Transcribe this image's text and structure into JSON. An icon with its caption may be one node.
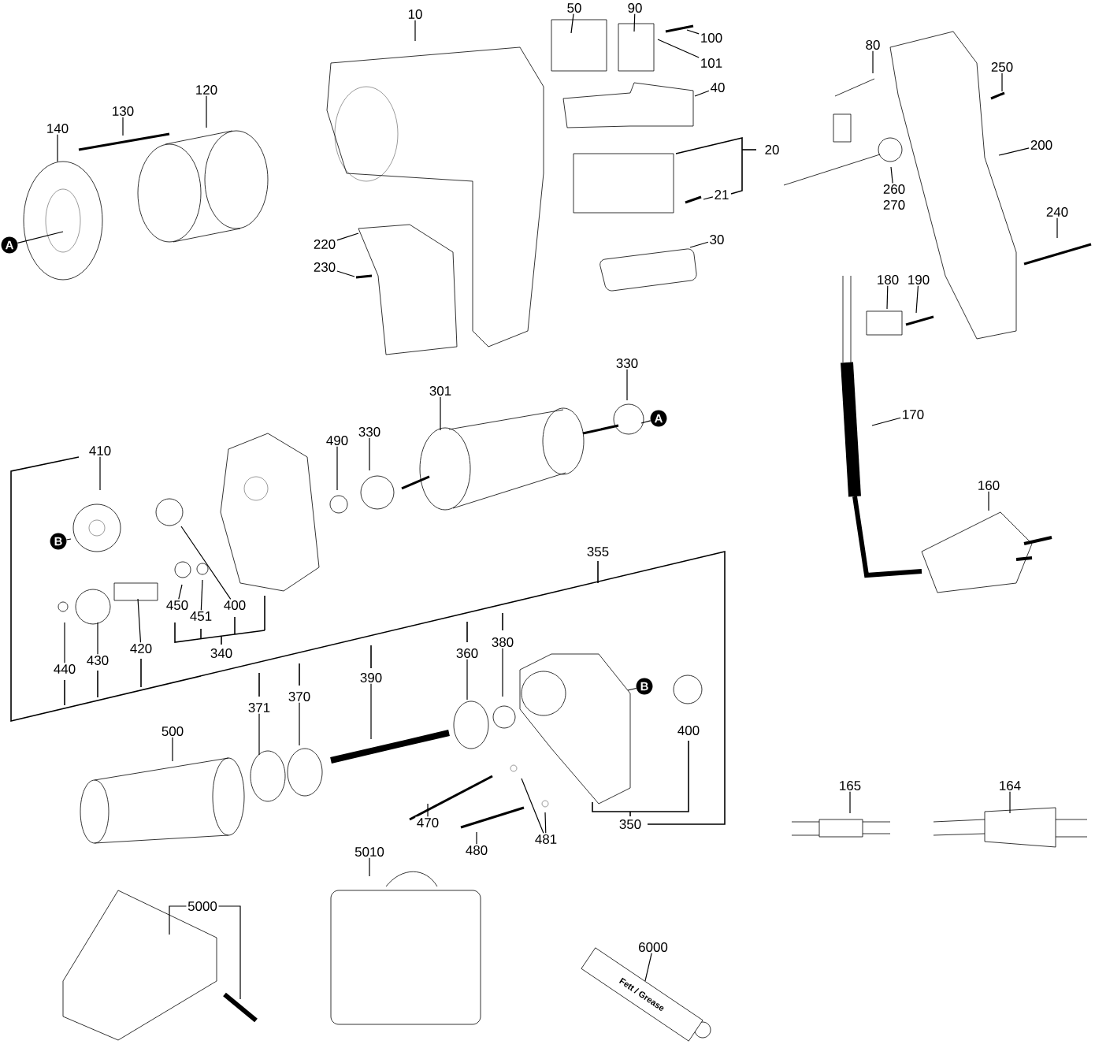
{
  "diagram": {
    "nodes": [
      {
        "text": [
          "10"
        ]
      },
      {
        "text": [
          "50"
        ]
      },
      {
        "text": [
          "90"
        ]
      },
      {
        "text": [
          "100"
        ]
      },
      {
        "text": [
          "101"
        ]
      },
      {
        "text": [
          "40"
        ]
      },
      {
        "text": [
          "20"
        ]
      },
      {
        "text": [
          "21"
        ]
      },
      {
        "text": [
          "30"
        ]
      },
      {
        "text": [
          "120"
        ]
      },
      {
        "text": [
          "130"
        ]
      },
      {
        "text": [
          "140"
        ]
      },
      {
        "text": [
          "A"
        ]
      },
      {
        "text": [
          "220"
        ]
      },
      {
        "text": [
          "230"
        ]
      },
      {
        "text": [
          "80"
        ]
      },
      {
        "text": [
          "250"
        ]
      },
      {
        "text": [
          "200"
        ]
      },
      {
        "text": [
          "260",
          "270"
        ]
      },
      {
        "text": [
          "240"
        ]
      },
      {
        "text": [
          "180"
        ]
      },
      {
        "text": [
          "190"
        ]
      },
      {
        "text": [
          "170"
        ]
      },
      {
        "text": [
          "160"
        ]
      },
      {
        "text": [
          "330"
        ]
      },
      {
        "text": [
          "A"
        ]
      },
      {
        "text": [
          "301"
        ]
      },
      {
        "text": [
          "490"
        ]
      },
      {
        "text": [
          "330"
        ]
      },
      {
        "text": [
          "410"
        ]
      },
      {
        "text": [
          "B"
        ]
      },
      {
        "text": [
          "355"
        ]
      },
      {
        "text": [
          "450"
        ]
      },
      {
        "text": [
          "451"
        ]
      },
      {
        "text": [
          "400"
        ]
      },
      {
        "text": [
          "340"
        ]
      },
      {
        "text": [
          "440"
        ]
      },
      {
        "text": [
          "430"
        ]
      },
      {
        "text": [
          "420"
        ]
      },
      {
        "text": [
          "360"
        ]
      },
      {
        "text": [
          "380"
        ]
      },
      {
        "text": [
          "390"
        ]
      },
      {
        "text": [
          "371"
        ]
      },
      {
        "text": [
          "370"
        ]
      },
      {
        "text": [
          "B"
        ]
      },
      {
        "text": [
          "400"
        ]
      },
      {
        "text": [
          "500"
        ]
      },
      {
        "text": [
          "470"
        ]
      },
      {
        "text": [
          "480"
        ]
      },
      {
        "text": [
          "481"
        ]
      },
      {
        "text": [
          "350"
        ]
      },
      {
        "text": [
          "165"
        ]
      },
      {
        "text": [
          "164"
        ]
      },
      {
        "text": [
          "5010"
        ]
      },
      {
        "text": [
          "5000"
        ]
      },
      {
        "text": [
          "6000"
        ]
      },
      {
        "text": [
          "Fett / Grease"
        ]
      }
    ],
    "edges": [
      {
        "from": 0,
        "to": null,
        "arrow": "none"
      },
      {
        "from": 1,
        "to": null,
        "arrow": "none"
      },
      {
        "from": 2,
        "to": null,
        "arrow": "none"
      },
      {
        "from": 3,
        "to": null,
        "arrow": "none"
      },
      {
        "from": 4,
        "to": null,
        "arrow": "none"
      },
      {
        "from": 5,
        "to": null,
        "arrow": "none"
      },
      {
        "from": 7,
        "to": null,
        "arrow": "none"
      },
      {
        "from": 8,
        "to": null,
        "arrow": "none"
      },
      {
        "from": 9,
        "to": null,
        "arrow": "none"
      },
      {
        "from": 10,
        "to": null,
        "arrow": "none"
      },
      {
        "from": 11,
        "to": null,
        "arrow": "none"
      },
      {
        "from": 12,
        "to": null,
        "arrow": "none"
      },
      {
        "from": 13,
        "to": null,
        "arrow": "none"
      },
      {
        "from": 14,
        "to": null,
        "arrow": "none"
      },
      {
        "from": 15,
        "to": null,
        "arrow": "none"
      },
      {
        "from": 16,
        "to": null,
        "arrow": "none"
      },
      {
        "from": 17,
        "to": null,
        "arrow": "none"
      },
      {
        "from": 18,
        "to": null,
        "arrow": "none"
      },
      {
        "from": 19,
        "to": null,
        "arrow": "none"
      },
      {
        "from": 20,
        "to": null,
        "arrow": "none"
      },
      {
        "from": 21,
        "to": null,
        "arrow": "none"
      },
      {
        "from": 22,
        "to": null,
        "arrow": "none"
      },
      {
        "from": 23,
        "to": null,
        "arrow": "none"
      },
      {
        "from": 24,
        "to": null,
        "arrow": "none"
      },
      {
        "from": 25,
        "to": null,
        "arrow": "none"
      },
      {
        "from": 26,
        "to": null,
        "arrow": "none"
      },
      {
        "from": 27,
        "to": null,
        "arrow": "none"
      },
      {
        "from": 28,
        "to": null,
        "arrow": "none"
      },
      {
        "from": 29,
        "to": null,
        "arrow": "none"
      },
      {
        "from": 30,
        "to": null,
        "arrow": "none"
      },
      {
        "from": 32,
        "to": null,
        "arrow": "none"
      },
      {
        "from": 33,
        "to": null,
        "arrow": "none"
      },
      {
        "from": 34,
        "to": null,
        "arrow": "none"
      },
      {
        "from": 36,
        "to": null,
        "arrow": "none"
      },
      {
        "from": 37,
        "to": null,
        "arrow": "none"
      },
      {
        "from": 38,
        "to": null,
        "arrow": "none"
      },
      {
        "from": 39,
        "to": null,
        "arrow": "none"
      },
      {
        "from": 40,
        "to": null,
        "arrow": "none"
      },
      {
        "from": 41,
        "to": null,
        "arrow": "none"
      },
      {
        "from": 42,
        "to": null,
        "arrow": "none"
      },
      {
        "from": 43,
        "to": null,
        "arrow": "none"
      },
      {
        "from": 44,
        "to": null,
        "arrow": "none"
      },
      {
        "from": 46,
        "to": null,
        "arrow": "none"
      },
      {
        "from": 47,
        "to": null,
        "arrow": "none"
      },
      {
        "from": 48,
        "to": null,
        "arrow": "none"
      },
      {
        "from": 49,
        "to": null,
        "arrow": "none"
      },
      {
        "from": 49,
        "to": null,
        "arrow": "none"
      },
      {
        "from": 51,
        "to": null,
        "arrow": "none"
      },
      {
        "from": 52,
        "to": null,
        "arrow": "none"
      },
      {
        "from": 53,
        "to": null,
        "arrow": "none"
      },
      {
        "from": 54,
        "to": null,
        "arrow": "none"
      },
      {
        "from": 54,
        "to": null,
        "arrow": "none"
      },
      {
        "from": 55,
        "to": 56,
        "arrow": "none"
      }
    ]
  }
}
